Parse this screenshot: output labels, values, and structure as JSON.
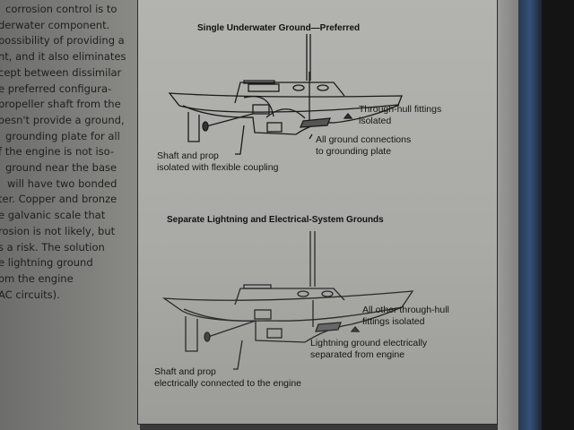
{
  "body_text": [
    "corrosion control is to",
    "derwater component.",
    "possibility of providing a",
    "nt, and it also eliminates",
    "cept between dissimilar",
    "e preferred configura-",
    "propeller shaft from the",
    "oesn't provide a ground,",
    "grounding plate for all",
    "f the engine is not iso-",
    "ground near the base",
    "will have two bonded",
    "ter. Copper and bronze",
    "e galvanic scale that",
    "rosion is not likely, but",
    "s a risk. The solution",
    "e lightning ground",
    "om the engine",
    "AC circuits)."
  ],
  "figure_top": {
    "title": "Single Underwater Ground—Preferred",
    "label_through_hull": [
      "Through-hull fittings",
      "isolated"
    ],
    "label_ground": [
      "All ground connections",
      "to grounding plate"
    ],
    "label_shaft": [
      "Shaft and prop",
      "isolated with flexible coupling"
    ]
  },
  "figure_bottom": {
    "title": "Separate Lightning and Electrical-System Grounds",
    "label_through_hull": [
      "All other through-hull",
      "fittings isolated"
    ],
    "label_lightning": [
      "Lightning ground electrically",
      "separated from engine"
    ],
    "label_shaft": [
      "Shaft and prop",
      "electrically connected to the engine"
    ]
  }
}
